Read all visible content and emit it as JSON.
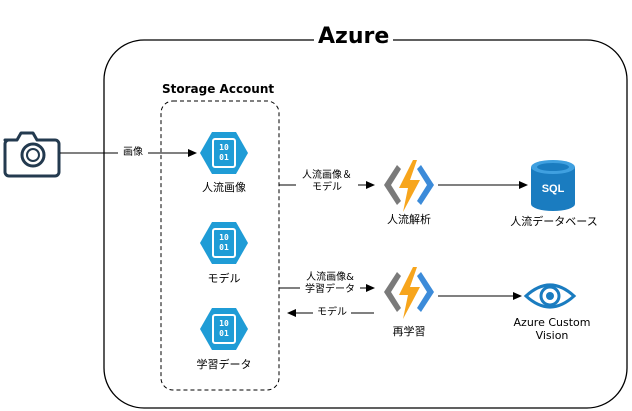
{
  "title": "Azure",
  "storage": {
    "title": "Storage Account"
  },
  "nodes": {
    "flow_image": "人流画像",
    "model": "モデル",
    "training_data": "学習データ",
    "flow_analysis": "人流解析",
    "retraining": "再学習",
    "flow_db": "人流データベース",
    "custom_vision": "Azure Custom\nVision"
  },
  "edges": {
    "camera_to_storage": "画像",
    "image_model_to_analysis": "人流画像＆\nモデル",
    "image_data_to_retrain": "人流画像&\n学習データ",
    "retrain_to_model": "モデル"
  },
  "icons": {
    "camera": "camera-icon",
    "blob": "blob-storage-icon",
    "function": "azure-functions-icon",
    "sql": "sql-database-icon",
    "vision": "custom-vision-eye-icon"
  },
  "blob_text": "10\n01",
  "sql_text": "SQL",
  "colors": {
    "blob_fill": "#1F9CD6",
    "func_orange": "#F7A51C",
    "func_gray": "#7A7A7A",
    "func_blue": "#3C8BD9",
    "sql_fill": "#1A7CC0",
    "vision": "#1A7CC0"
  }
}
